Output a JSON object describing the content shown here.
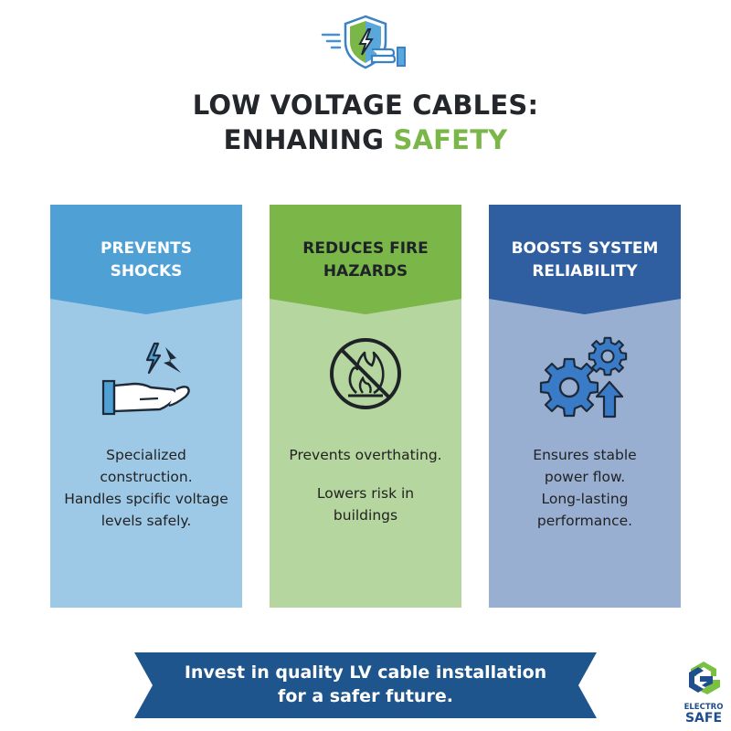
{
  "header": {
    "icon": "shield-lightning-hand-icon",
    "title_line1": "LOW VOLTAGE CABLES:",
    "title_line2_prefix": "ENHANING ",
    "title_line2_accent": "SAFETY"
  },
  "colors": {
    "title_text": "#23262b",
    "accent_green": "#7ab648",
    "panel1_head": "#4fa0d5",
    "panel1_body": "#9ec9e6",
    "panel2_head": "#7ab648",
    "panel2_body": "#b6d69f",
    "panel3_head": "#2f5fa0",
    "panel3_body": "#98afd2",
    "banner": "#1d558c"
  },
  "panels": [
    {
      "title_line1": "PREVENTS",
      "title_line2": "SHOCKS",
      "icon": "hand-lightning-icon",
      "body_lines": [
        "Specialized",
        "construction.",
        "Handles spcific voltage",
        "levels safely."
      ]
    },
    {
      "title_line1": "REDUCES FIRE",
      "title_line2": "HAZARDS",
      "icon": "no-fire-icon",
      "body_lines": [
        "Prevents overthating.",
        "",
        "Lowers risk in",
        "buildings"
      ]
    },
    {
      "title_line1": "BOOSTS SYSTEM",
      "title_line2": "RELIABILITY",
      "icon": "gears-arrow-up-icon",
      "body_lines": [
        "Ensures stable",
        "power flow.",
        "Long-lasting",
        "performance."
      ]
    }
  ],
  "banner": {
    "line1": "Invest in quality LV cable installation",
    "line2": "for a safer future."
  },
  "logo": {
    "line1": "ELECTRO",
    "line2": "SAFE"
  }
}
